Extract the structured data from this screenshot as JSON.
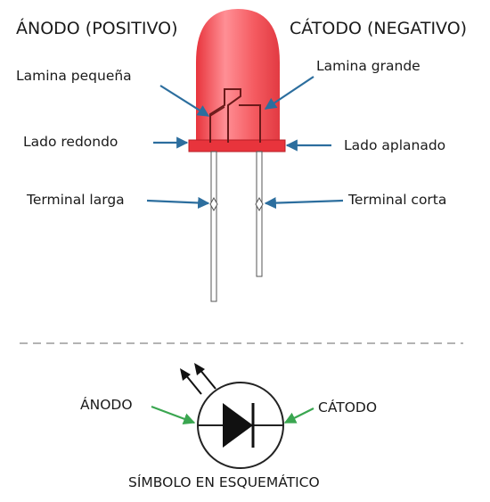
{
  "header": {
    "anode_title": "ÁNODO (POSITIVO)",
    "cathode_title": "CÁTODO (NEGATIVO)"
  },
  "led_labels": {
    "small_plate": "Lamina pequeña",
    "large_plate": "Lamina grande",
    "round_side": "Lado redondo",
    "flat_side": "Lado aplanado",
    "long_lead": "Terminal larga",
    "short_lead": "Terminal corta"
  },
  "schematic": {
    "anode_label": "ÁNODO",
    "cathode_label": "CÁTODO",
    "caption": "SÍMBOLO EN ESQUEMÁTICO"
  },
  "colors": {
    "led_body": "#f0484d",
    "led_highlight": "#ff9aa0",
    "pointer_blue": "#2c6e9e",
    "pointer_green": "#3aa650",
    "divider": "#9a9a9a"
  }
}
